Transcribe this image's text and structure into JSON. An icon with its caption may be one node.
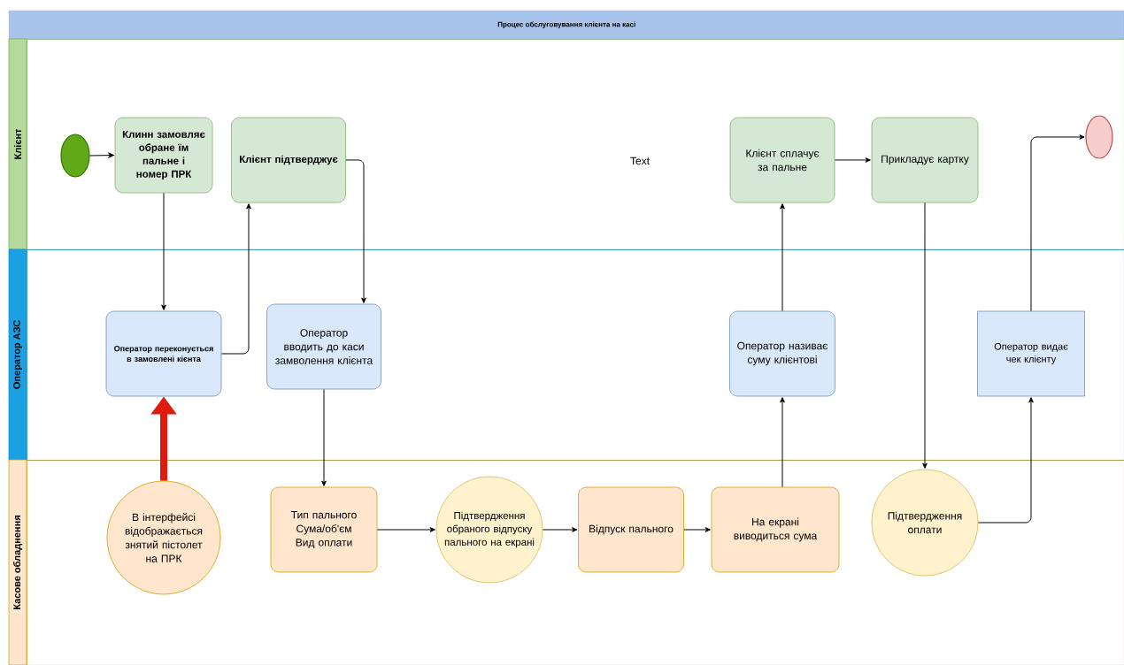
{
  "diagram": {
    "title": "Процес обслуговування клієнта на касі",
    "nodes": [
      {
        "text": [
          "Клієнт"
        ]
      },
      {
        "text": [
          "Оператор АЗС"
        ]
      },
      {
        "text": [
          "Касове обладнення"
        ]
      },
      {
        "text": [],
        "shape": "circle",
        "in": 0
      },
      {
        "text": [
          "Клинн замовляє обране їм пальне і номер ПРК"
        ],
        "in": 0
      },
      {
        "text": [
          "Клієнт підтверджує"
        ],
        "in": 0
      },
      {
        "text": [
          "Клієнт сплачує за пальне"
        ],
        "in": 0
      },
      {
        "text": [
          "Прикладує картку"
        ],
        "in": 0
      },
      {
        "text": [],
        "shape": "circle",
        "in": 0
      },
      {
        "text": [
          "Оператор переконується в замовлені кієнта"
        ],
        "in": 1
      },
      {
        "text": [
          "Оператор вводить до каси замволення клієнта"
        ],
        "in": 1
      },
      {
        "text": [
          "Оператор називає суму клієнтові"
        ],
        "in": 1
      },
      {
        "text": [
          "Оператор видає чек клієнту"
        ],
        "in": 1
      },
      {
        "text": [
          "В інтерфейсі відображається знятий пістолет на ПРК"
        ],
        "in": 2
      },
      {
        "text": [
          "Тип пального",
          "Сума/об'єм",
          "Вид оплати"
        ],
        "in": 2
      },
      {
        "text": [
          "Підтвердження обраного відпуску пального на екрані"
        ],
        "in": 2
      },
      {
        "text": [
          "Відпуск пального"
        ],
        "in": 2
      },
      {
        "text": [
          "На екрані виводиться сума"
        ],
        "in": 2
      },
      {
        "text": [
          "Підтвердження оплати"
        ],
        "in": 2
      }
    ],
    "edges": [
      {
        "from": 3,
        "to": 4,
        "arrow": "to"
      },
      {
        "from": 4,
        "to": 9,
        "arrow": "to"
      },
      {
        "from": 9,
        "to": 5,
        "arrow": "to"
      },
      {
        "from": 5,
        "to": 10,
        "arrow": "to"
      },
      {
        "from": 10,
        "to": 14,
        "arrow": "to"
      },
      {
        "from": 13,
        "to": 9,
        "arrow": "to",
        "style": "thick",
        "color": "#e01b0b"
      },
      {
        "from": 14,
        "to": 15,
        "arrow": "to"
      },
      {
        "from": 15,
        "to": 16,
        "arrow": "to"
      },
      {
        "from": 16,
        "to": 17,
        "arrow": "to"
      },
      {
        "from": 17,
        "to": 11,
        "arrow": "to"
      },
      {
        "from": 11,
        "to": 6,
        "arrow": "to"
      },
      {
        "from": 6,
        "to": 7,
        "arrow": "to"
      },
      {
        "from": 7,
        "to": 18,
        "arrow": "to"
      },
      {
        "from": 18,
        "to": 12,
        "arrow": "to"
      },
      {
        "from": 12,
        "to": 8,
        "arrow": "to"
      }
    ],
    "labels": [
      "Text"
    ]
  }
}
